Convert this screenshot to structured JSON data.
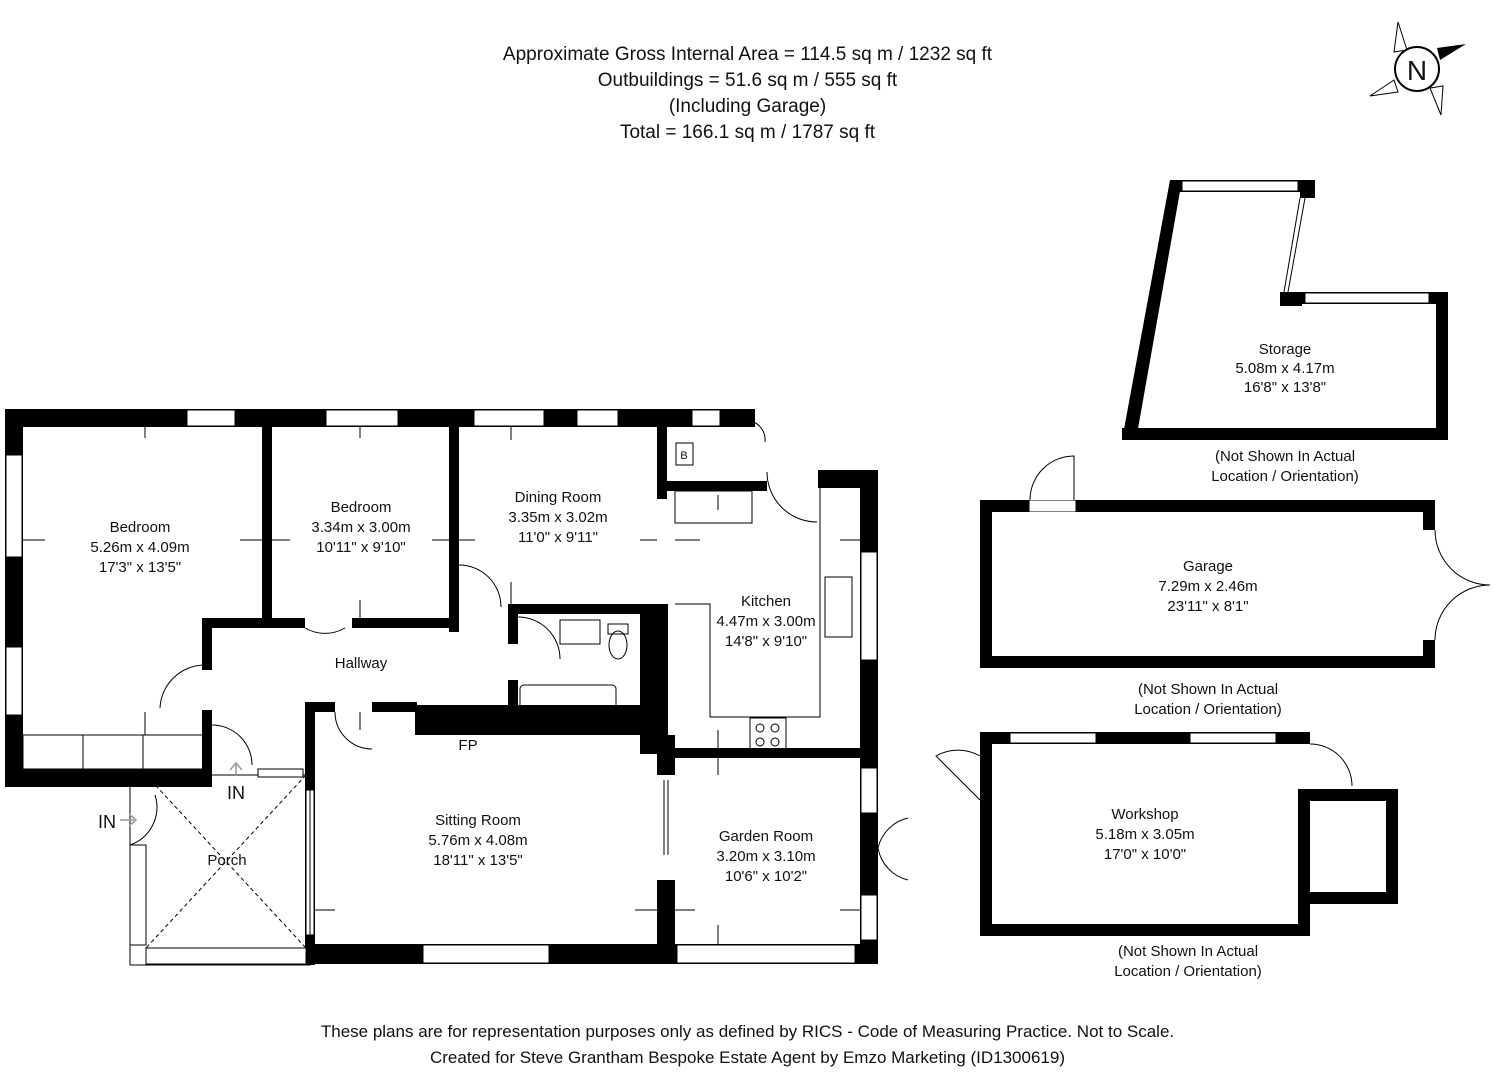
{
  "header": {
    "line1": "Approximate Gross Internal Area = 114.5 sq m / 1232 sq ft",
    "line2": "Outbuildings = 51.6 sq m / 555 sq ft",
    "line3": "(Including Garage)",
    "line4": "Total = 166.1 sq m / 1787 sq ft"
  },
  "compass": {
    "label": "N",
    "icon": "compass-north-icon"
  },
  "rooms": {
    "bedroom1": {
      "name": "Bedroom",
      "metric": "5.26m x 4.09m",
      "imperial": "17'3\" x 13'5\""
    },
    "bedroom2": {
      "name": "Bedroom",
      "metric": "3.34m x 3.00m",
      "imperial": "10'11\" x 9'10\""
    },
    "dining": {
      "name": "Dining Room",
      "metric": "3.35m x 3.02m",
      "imperial": "11'0\" x 9'11\""
    },
    "kitchen": {
      "name": "Kitchen",
      "metric": "4.47m x 3.00m",
      "imperial": "14'8\" x 9'10\""
    },
    "hallway": {
      "name": "Hallway"
    },
    "sitting": {
      "name": "Sitting Room",
      "metric": "5.76m x 4.08m",
      "imperial": "18'11\" x 13'5\""
    },
    "garden": {
      "name": "Garden Room",
      "metric": "3.20m x 3.10m",
      "imperial": "10'6\" x 10'2\""
    },
    "porch": {
      "name": "Porch"
    },
    "storage": {
      "name": "Storage",
      "metric": "5.08m x 4.17m",
      "imperial": "16'8\" x 13'8\""
    },
    "garage": {
      "name": "Garage",
      "metric": "7.29m x 2.46m",
      "imperial": "23'11\" x 8'1\""
    },
    "workshop": {
      "name": "Workshop",
      "metric": "5.18m x 3.05m",
      "imperial": "17'0\" x 10'0\""
    }
  },
  "markers": {
    "fp": "FP",
    "boiler": "B",
    "in_side": "IN",
    "in_front": "IN"
  },
  "notes": {
    "storage": {
      "line1": "(Not Shown In Actual",
      "line2": "Location / Orientation)"
    },
    "garage": {
      "line1": "(Not Shown In Actual",
      "line2": "Location / Orientation)"
    },
    "workshop": {
      "line1": "(Not Shown In Actual",
      "line2": "Location / Orientation)"
    }
  },
  "footer": {
    "line1": "These plans are for representation purposes only as defined by RICS - Code of Measuring Practice. Not to Scale.",
    "line2": "Created for Steve Grantham Bespoke Estate Agent by Emzo Marketing (ID1300619)"
  }
}
